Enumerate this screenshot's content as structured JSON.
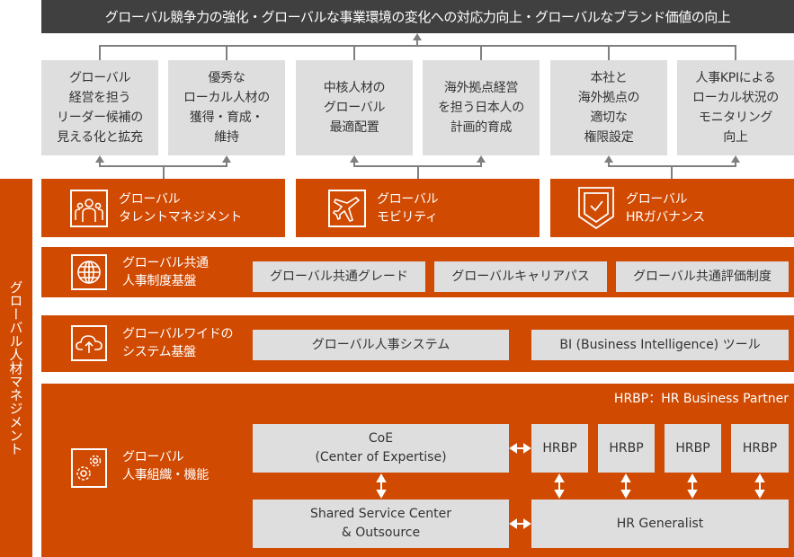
{
  "top_goal": "グローバル競争力の強化・グローバルな事業環境の変化への対応力向上・グローバルなブランド価値の向上",
  "goals": [
    "グローバル\n経営を担う\nリーダー候補の\n見える化と拡充",
    "優秀な\nローカル人材の\n獲得・育成・\n維持",
    "中核人材の\nグローバル\n最適配置",
    "海外拠点経営\nを担う日本人の\n計画的育成",
    "本社と\n海外拠点の\n適切な\n権限設定",
    "人事KPIによる\nローカル状況の\nモニタリング\n向上"
  ],
  "pillars": [
    {
      "label": "グローバル\nタレントマネジメント",
      "icon": "people-icon"
    },
    {
      "label": "グローバル\nモビリティ",
      "icon": "airplane-icon"
    },
    {
      "label": "グローバル\nHRガバナンス",
      "icon": "shield-check-icon"
    }
  ],
  "side_label": "グローバル人材マネジメント",
  "hr_system_foundation": {
    "label": "グローバル共通\n人事制度基盤",
    "icon": "globe-icon",
    "items": [
      "グローバル共通グレード",
      "グローバルキャリアパス",
      "グローバル共通評価制度"
    ]
  },
  "system_foundation": {
    "label": "グローバルワイドの\nシステム基盤",
    "icon": "cloud-upload-icon",
    "items": [
      "グローバル人事システム",
      "BI (Business Intelligence) ツール"
    ]
  },
  "hr_organization": {
    "label": "グローバル\n人事組織・機能",
    "icon": "gears-icon",
    "note": "HRBP：HR Business Partner",
    "coe": "CoE\n(Center of Expertise)",
    "ssc": "Shared Service Center\n& Outsource",
    "hrbp": [
      "HRBP",
      "HRBP",
      "HRBP",
      "HRBP"
    ],
    "generalist": "HR Generalist"
  },
  "colors": {
    "orange": "#d04a02",
    "dark": "#404040",
    "grey_box": "#dedede",
    "connector": "#7f7f7f"
  }
}
